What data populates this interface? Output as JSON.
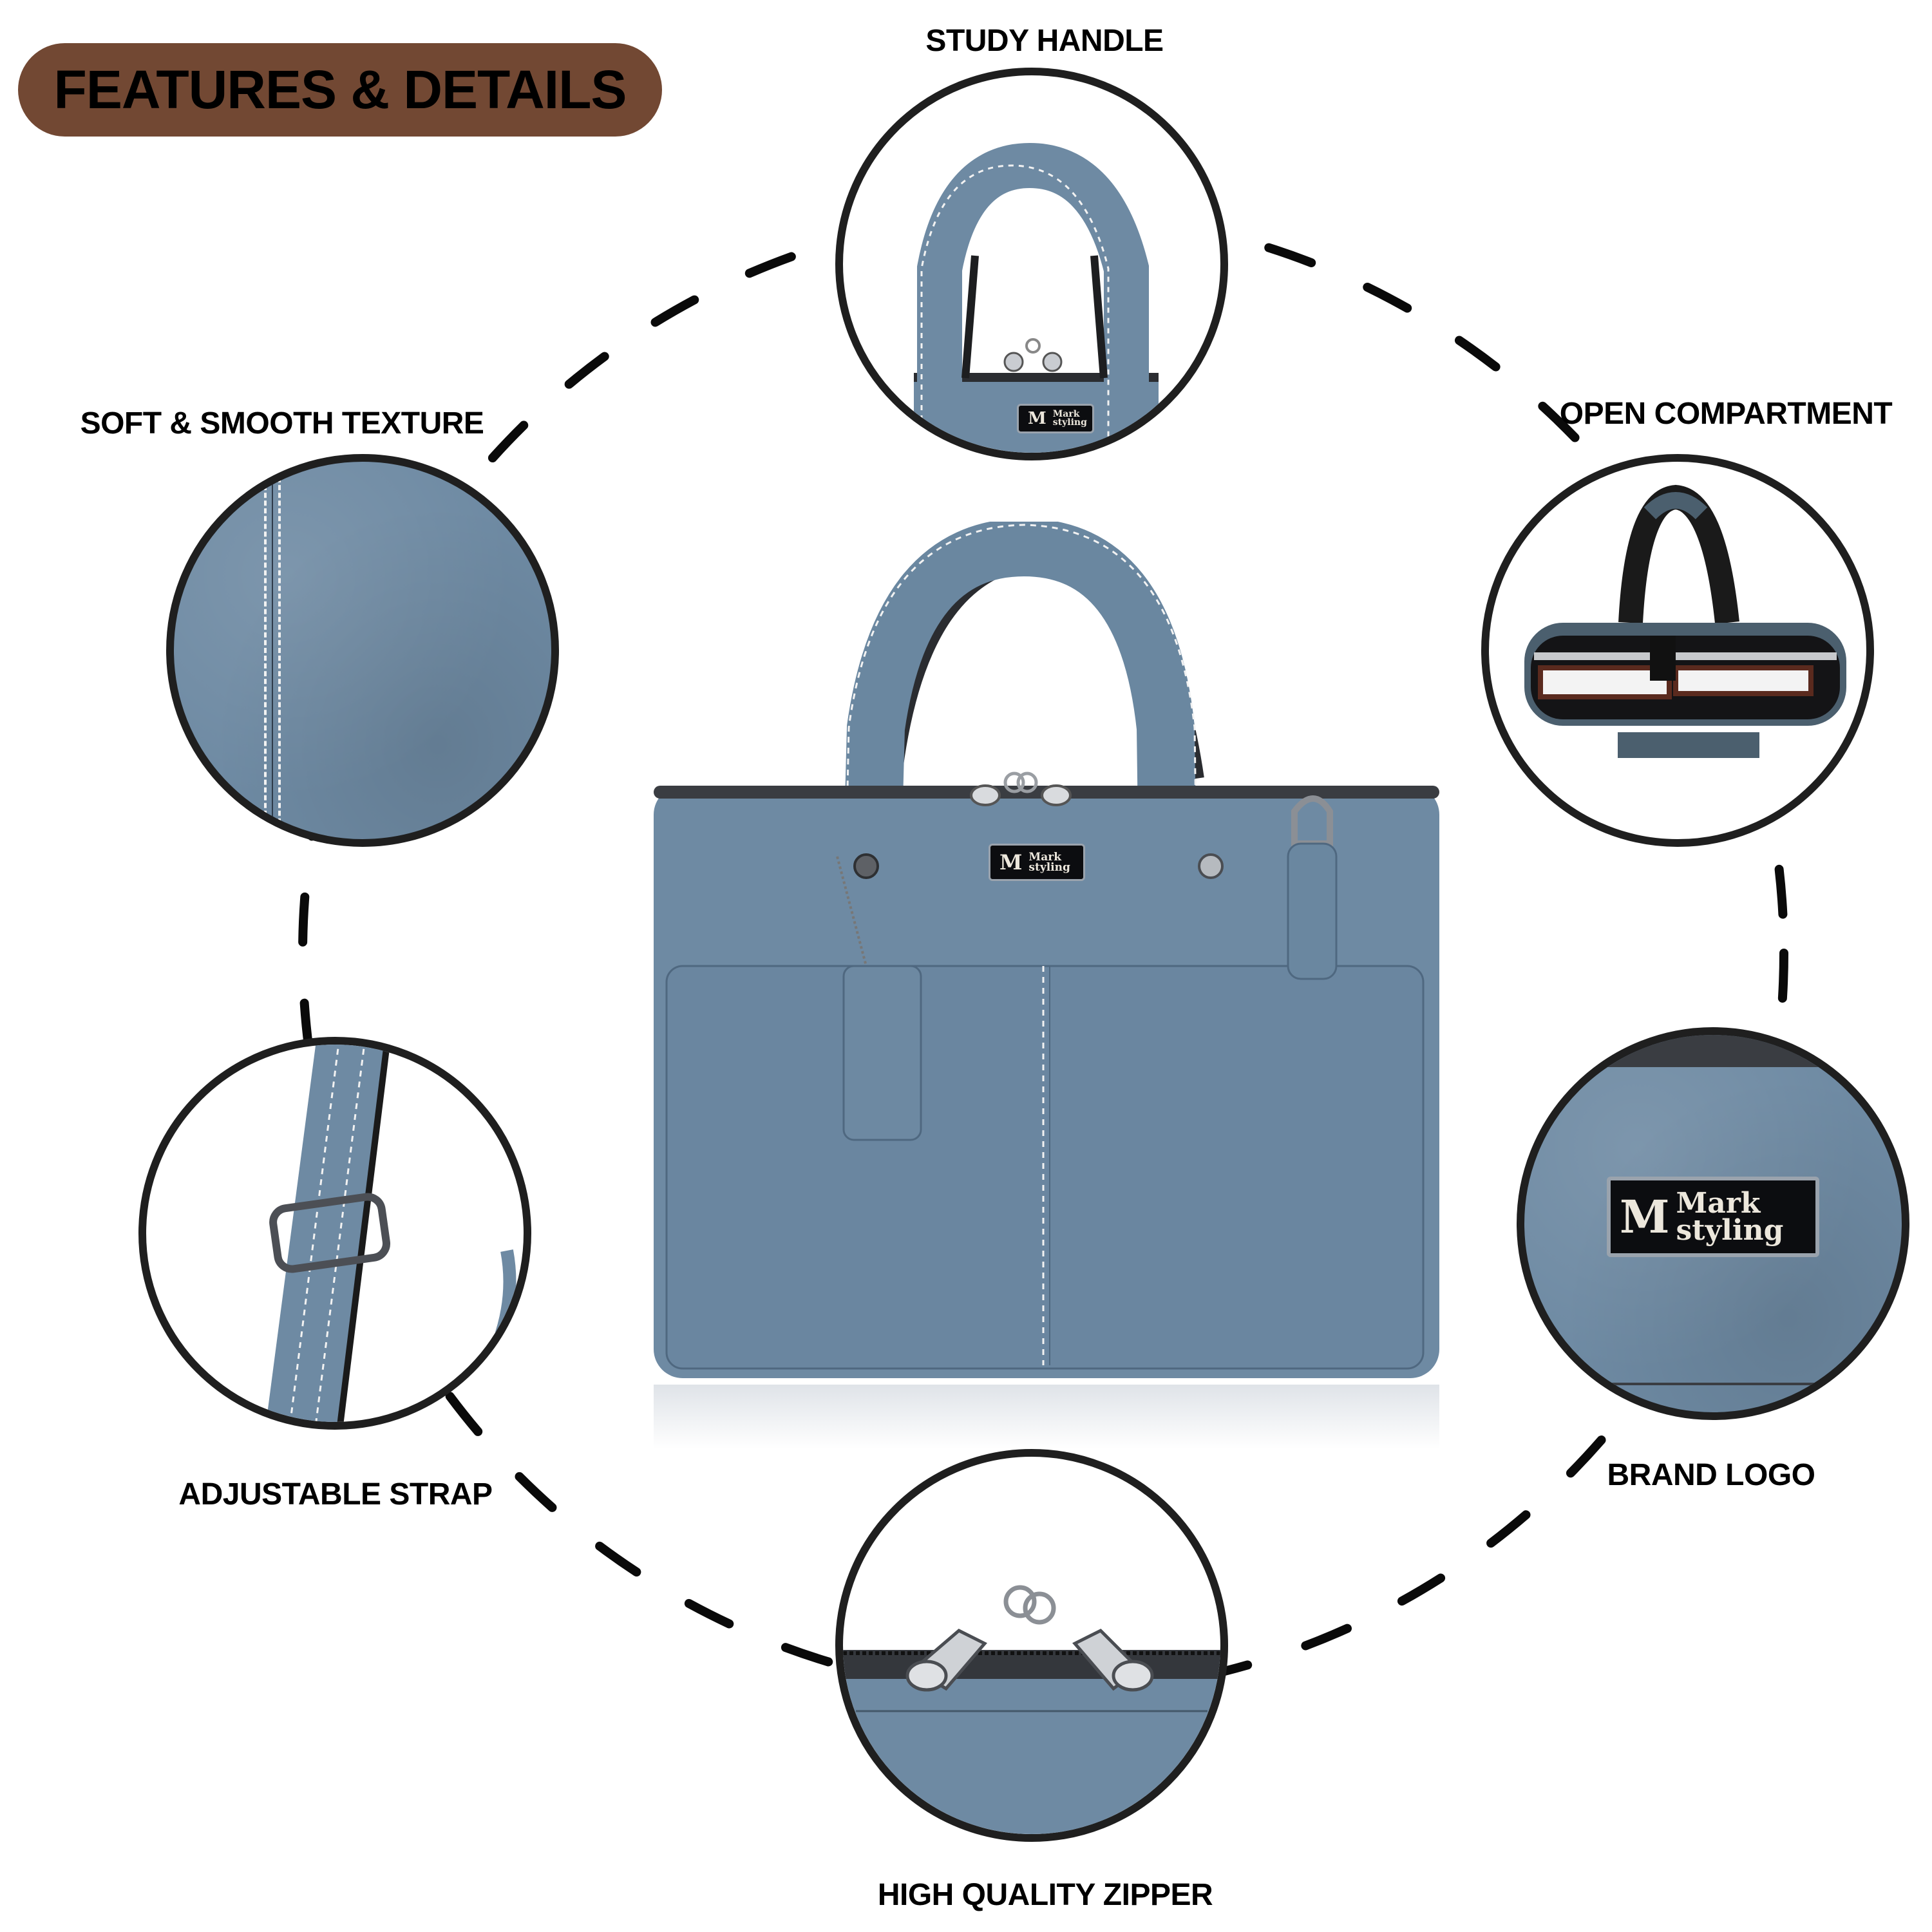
{
  "header": {
    "title": "FEATURES & DETAILS",
    "pill_color": "#724833"
  },
  "features": [
    {
      "id": "handle",
      "label": "STUDY HANDLE"
    },
    {
      "id": "texture",
      "label": "SOFT & SMOOTH TEXTURE"
    },
    {
      "id": "compartment",
      "label": "OPEN COMPARTMENT"
    },
    {
      "id": "strap",
      "label": "ADJUSTABLE STRAP"
    },
    {
      "id": "logo",
      "label": "BRAND LOGO"
    },
    {
      "id": "zipper",
      "label": "HIGH QUALITY ZIPPER"
    }
  ],
  "brand": {
    "line1": "Mark",
    "line2": "styling",
    "monogram": "M"
  },
  "colors": {
    "leather": "#6e8aa3",
    "leather_dark": "#5b7690",
    "outline": "#1f1f1f",
    "stitch": "#f2f2f2"
  }
}
